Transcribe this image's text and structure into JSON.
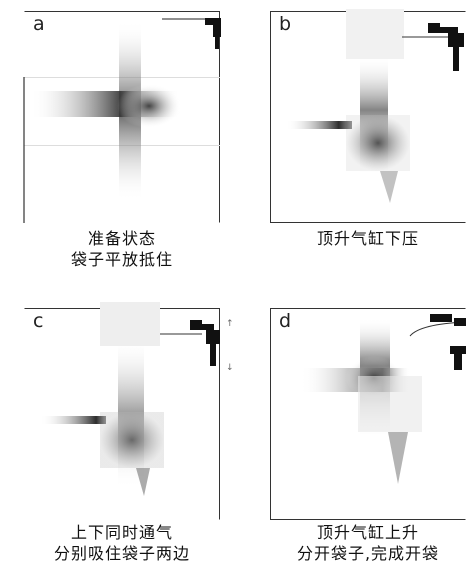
{
  "panels": [
    {
      "letter": "a",
      "caption": [
        "准备状态",
        "袋子平放抵住"
      ]
    },
    {
      "letter": "b",
      "caption": [
        "顶升气缸下压",
        ""
      ]
    },
    {
      "letter": "c",
      "caption": [
        "上下同时通气",
        "分别吸住袋子两边"
      ]
    },
    {
      "letter": "d",
      "caption": [
        "顶升气缸上升",
        "分开袋子,完成开袋"
      ]
    }
  ],
  "colors": {
    "frame": "#333333",
    "cylinder": "#111111",
    "shadow": "#555555"
  }
}
